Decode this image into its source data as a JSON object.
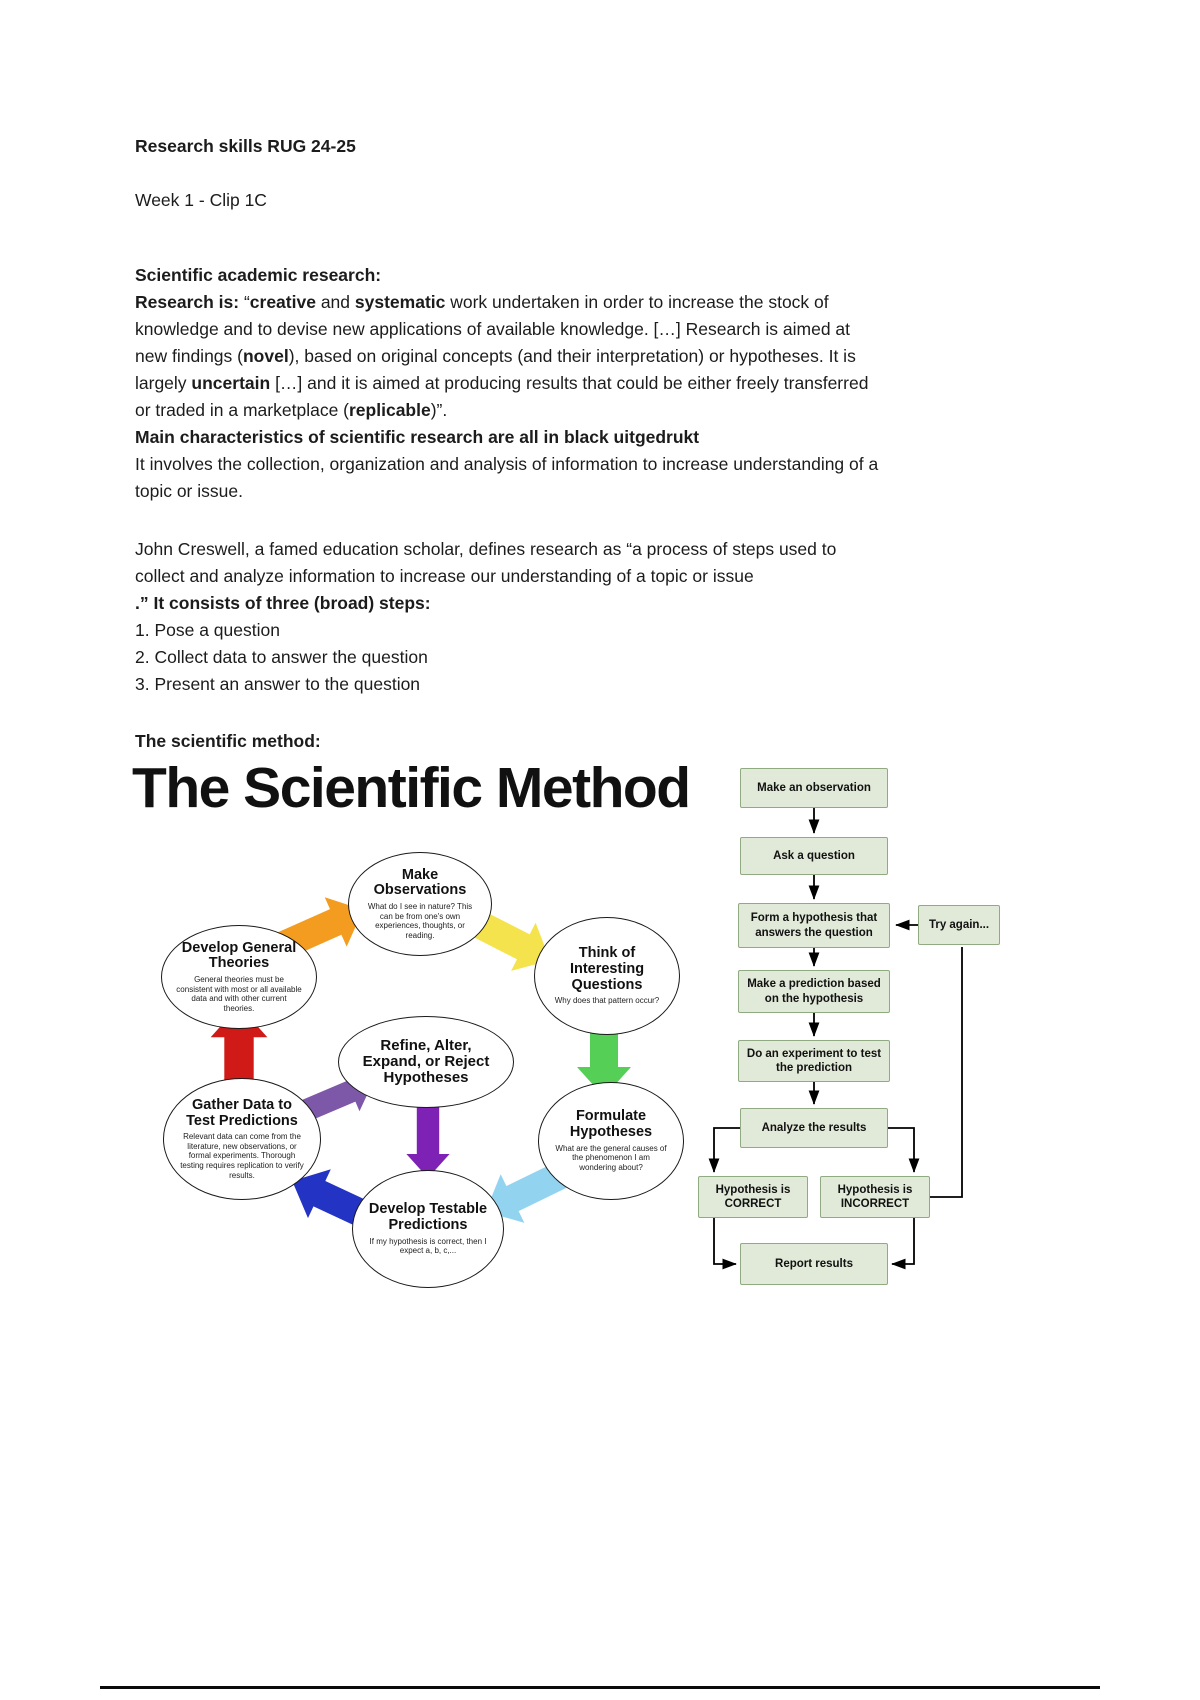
{
  "page": {
    "doc_title": "Research skills RUG 24-25",
    "doc_subtitle": "Week 1 - Clip 1C",
    "section1_heading": "Scientific academic research:",
    "method_heading": "The scientific method:",
    "diagram_title": "The Scientific Method",
    "para1_segments": [
      {
        "t": "Research is: ",
        "b": true
      },
      {
        "t": "“",
        "b": false
      },
      {
        "t": "creative",
        "b": true
      },
      {
        "t": " and ",
        "b": false
      },
      {
        "t": "systematic",
        "b": true
      },
      {
        "t": " work undertaken in order to increase the stock of\nknowledge and to devise new applications of available knowledge. […] Research is aimed at\nnew findings (",
        "b": false
      },
      {
        "t": "novel",
        "b": true
      },
      {
        "t": "), based on original concepts (and their interpretation) or hypotheses. It is\nlargely ",
        "b": false
      },
      {
        "t": "uncertain",
        "b": true
      },
      {
        "t": " […] and it is aimed at producing results that could be either freely transferred\nor traded in a marketplace (",
        "b": false
      },
      {
        "t": "replicable",
        "b": true
      },
      {
        "t": ")”.\n",
        "b": false
      },
      {
        "t": "Main characteristics of scientific research are all in black uitgedrukt",
        "b": true
      },
      {
        "t": "\nIt involves the collection, organization and analysis of information to increase understanding of a\ntopic or issue.",
        "b": false
      }
    ],
    "para2_segments": [
      {
        "t": "John Creswell, a famed education scholar, defines research as “a process of steps used to\ncollect and analyze information to increase our understanding of a topic or issue\n",
        "b": false
      },
      {
        "t": ".” It consists of three (broad) steps:",
        "b": true
      },
      {
        "t": "\n1. Pose a question\n2. Collect data to answer the question\n3. Present an answer to the question",
        "b": false
      }
    ]
  },
  "cycle": {
    "nodes": [
      {
        "title": "Make Observations",
        "subtext": "What do I see in nature? This can be from one's own experiences, thoughts, or reading."
      },
      {
        "title": "Think of Interesting Questions",
        "subtext": "Why does that pattern occur?"
      },
      {
        "title": "Formulate Hypotheses",
        "subtext": "What are the general causes of the phenomenon I am wondering about?"
      },
      {
        "title": "Develop Testable Predictions",
        "subtext": "If my hypothesis is correct, then I expect a, b, c,..."
      },
      {
        "title": "Gather Data to Test Predictions",
        "subtext": "Relevant data can come from the literature, new observations, or formal experiments. Thorough testing requires replication to verify results."
      },
      {
        "title": "Develop General Theories",
        "subtext": "General theories must be consistent with most or all available data and with other current theories."
      },
      {
        "title": "Refine, Alter, Expand, or Reject Hypotheses",
        "subtext": ""
      }
    ],
    "arrow_colors": {
      "orange": "#f39c1f",
      "yellow": "#f4e34d",
      "green": "#55cf55",
      "light_blue": "#92d4f0",
      "dark_blue": "#2333c4",
      "red": "#d01a18",
      "purple": "#7e58a8",
      "dark_purple": "#7d22b5"
    }
  },
  "flowchart": {
    "box_fill": "#e1e9d8",
    "box_border": "#90ab82",
    "boxes": [
      {
        "label": "Make an observation"
      },
      {
        "label": "Ask a question"
      },
      {
        "label": "Form a hypothesis that answers the question"
      },
      {
        "label": "Try again..."
      },
      {
        "label": "Make a prediction based on the hypothesis"
      },
      {
        "label": "Do an experiment to test the prediction"
      },
      {
        "label": "Analyze the results"
      },
      {
        "label": "Hypothesis is CORRECT"
      },
      {
        "label": "Hypothesis is INCORRECT"
      },
      {
        "label": "Report results"
      }
    ]
  }
}
